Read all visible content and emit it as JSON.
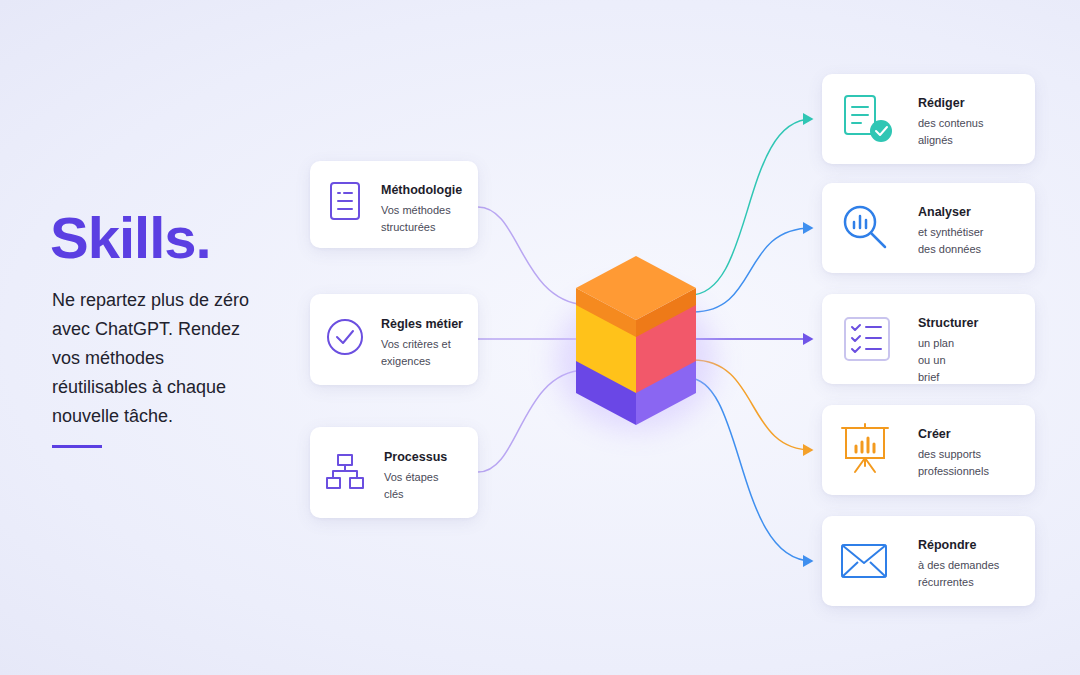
{
  "diagram": {
    "title": "Skills.",
    "caption": "Ne repartez plus de zéro avec ChatGPT. Rendez vos méthodes réutilisables à chaque nouvelle tâche.",
    "nodes": [
      {
        "text": [
          "Méthodologie",
          "Vos méthodes structurées"
        ]
      },
      {
        "text": [
          "Règles métier",
          "Vos critères et exigences"
        ]
      },
      {
        "text": [
          "Processus",
          "Vos étapes clés"
        ]
      },
      {
        "text": [
          "Rédiger",
          "des contenus alignés"
        ]
      },
      {
        "text": [
          "Analyser",
          "et synthétiser des données"
        ]
      },
      {
        "text": [
          "Structurer",
          "un plan ou un brief"
        ]
      },
      {
        "text": [
          "Créer",
          "des supports professionnels"
        ]
      },
      {
        "text": [
          "Répondre",
          "à des demandes récurrentes"
        ]
      }
    ]
  }
}
